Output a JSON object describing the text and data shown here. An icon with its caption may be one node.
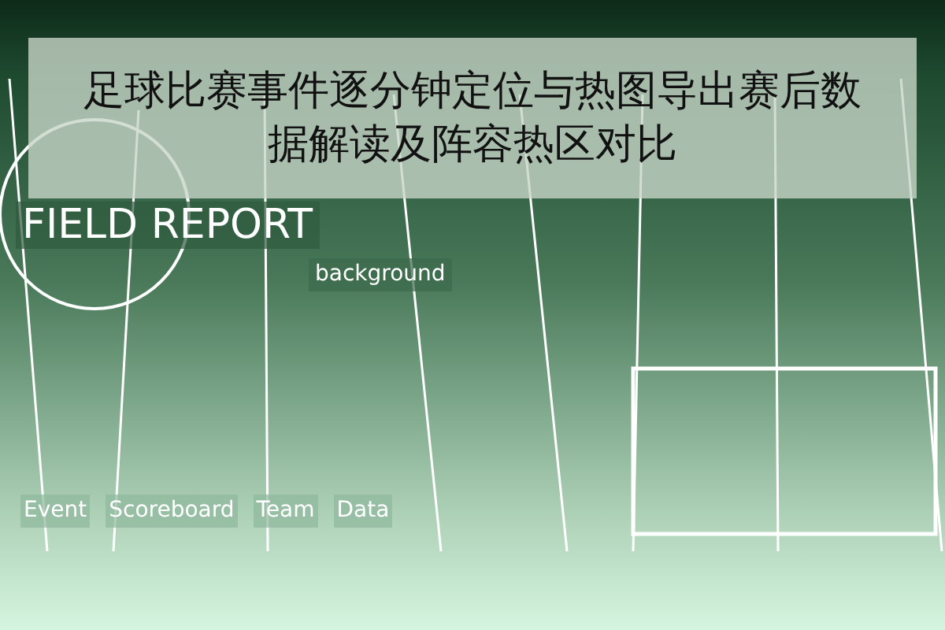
{
  "diagram": {
    "title": "足球比赛事件逐分钟定位与热图导出赛后数据解读及阵容热区对比",
    "labels": [
      "FIELD REPORT",
      "background",
      "Event",
      "Scoreboard",
      "Team",
      "Data"
    ]
  }
}
